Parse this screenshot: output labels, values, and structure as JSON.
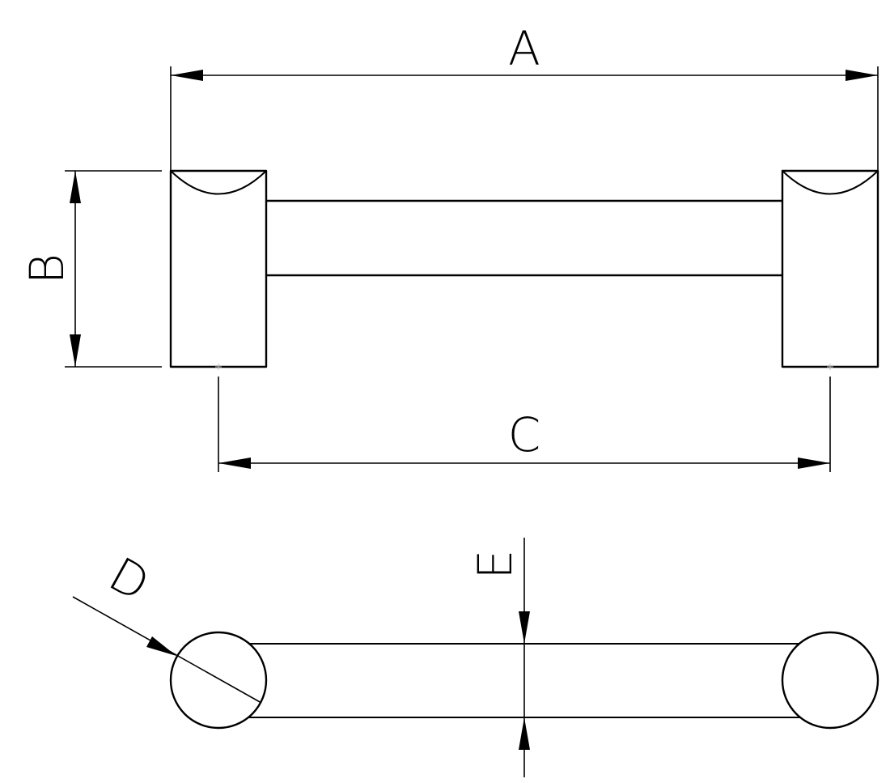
{
  "labels": {
    "A": "A",
    "B": "B",
    "C": "C",
    "D": "D",
    "E": "E"
  },
  "colors": {
    "line": "#000000",
    "background": "#ffffff",
    "center_mark": "#bdbdbd"
  }
}
